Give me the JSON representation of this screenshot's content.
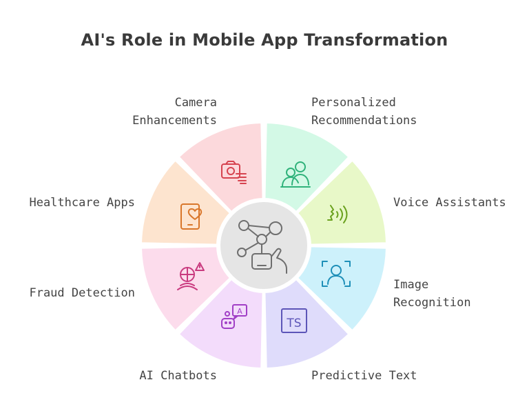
{
  "title": "AI's Role in Mobile App Transformation",
  "segments": [
    {
      "label": "Personalized\nRecommendations",
      "icon": "users-icon",
      "fill": "#d3f9e6",
      "stroke": "#2fb27a"
    },
    {
      "label": "Voice Assistants",
      "icon": "voice-icon",
      "fill": "#e8f8c8",
      "stroke": "#6aa11e"
    },
    {
      "label": "Image\nRecognition",
      "icon": "face-scan-icon",
      "fill": "#cdf1fb",
      "stroke": "#1e8fb8"
    },
    {
      "label": "Predictive Text",
      "icon": "ts-icon",
      "fill": "#dfdcfb",
      "stroke": "#5c55b8"
    },
    {
      "label": "AI Chatbots",
      "icon": "chatbot-icon",
      "fill": "#f3dcfb",
      "stroke": "#a13fc6"
    },
    {
      "label": "Fraud Detection",
      "icon": "fraud-alert-icon",
      "fill": "#fcdcec",
      "stroke": "#c93a7f"
    },
    {
      "label": "Healthcare Apps",
      "icon": "health-phone-icon",
      "fill": "#fde4cf",
      "stroke": "#d9762a"
    },
    {
      "label": "Camera\nEnhancements",
      "icon": "camera-icon",
      "fill": "#fcd9dc",
      "stroke": "#d6434f"
    }
  ],
  "center": {
    "icon": "ai-network-hand-icon",
    "fill": "#e5e5e5",
    "stroke": "#6e6e6e"
  }
}
